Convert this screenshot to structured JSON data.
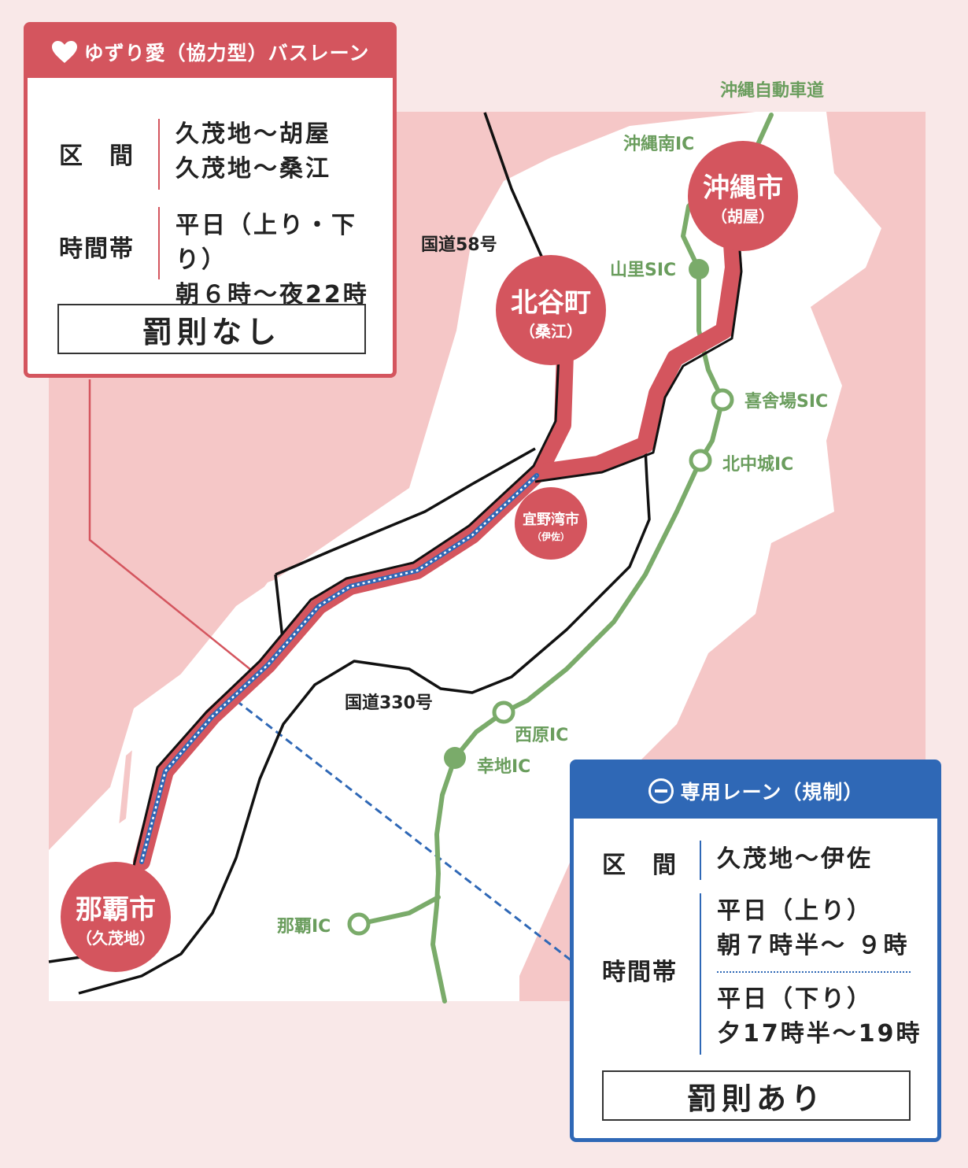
{
  "colors": {
    "background": "#f9e8e8",
    "land_pink": "#f5c7c7",
    "land_white": "#ffffff",
    "brand_red": "#d4555e",
    "expressway_green": "#7aab6a",
    "road_black": "#111111",
    "exclusive_lane_blue": "#2f68b6"
  },
  "courtesy_lane_panel": {
    "icon": "heart-icon",
    "title": "ゆずり愛（協力型）バスレーン",
    "section_label": "区　間",
    "sections": [
      "久茂地～胡屋",
      "久茂地～桑江"
    ],
    "time_label": "時間帯",
    "times": [
      "平日（上り・下り）",
      "朝６時～夜22時"
    ],
    "penalty": "罰則なし"
  },
  "exclusive_lane_panel": {
    "icon": "minus-circle-icon",
    "title": "専用レーン（規制）",
    "section_label": "区　間",
    "section": "久茂地～伊佐",
    "time_label": "時間帯",
    "times_up": [
      "平日（上り）",
      "朝７時半～ ９時"
    ],
    "times_down": [
      "平日（下り）",
      "夕17時半～19時"
    ],
    "penalty": "罰則あり"
  },
  "cities": {
    "naha": {
      "name": "那覇市",
      "sub": "（久茂地）"
    },
    "chatan": {
      "name": "北谷町",
      "sub": "（桑江）"
    },
    "okinawa": {
      "name": "沖縄市",
      "sub": "（胡屋）"
    },
    "ginowan": {
      "name": "宜野湾市",
      "sub": "（伊佐）"
    }
  },
  "roads": {
    "route58": "国道58号",
    "route330": "国道330号",
    "expressway": "沖縄自動車道"
  },
  "interchanges": {
    "okinawa_minami": "沖縄南IC",
    "yamazato": "山里SIC",
    "kishaba": "喜舎場SIC",
    "kitanakagusuku": "北中城IC",
    "nishihara": "西原IC",
    "kochi": "幸地IC",
    "naha": "那覇IC"
  }
}
